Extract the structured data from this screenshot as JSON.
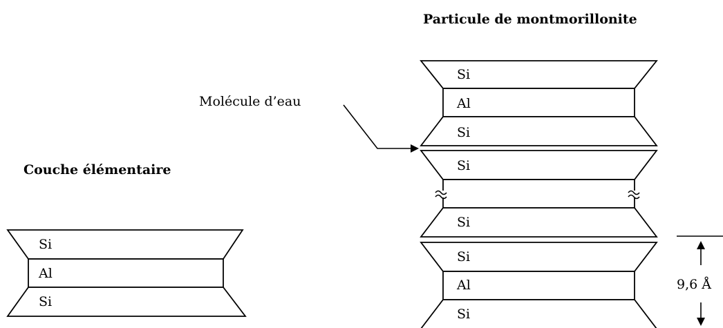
{
  "titles": {
    "particle": "Particule de montmorillonite",
    "unit_layer": "Couche élémentaire"
  },
  "annotations": {
    "water_molecule": "Molécule d’eau",
    "spacing": "9,6 Å"
  },
  "unit_layer": [
    "Si",
    "Al",
    "Si"
  ],
  "particle": {
    "layer1": [
      "Si",
      "Al",
      "Si"
    ],
    "layer2": [
      "Si",
      "",
      "Si"
    ],
    "layer3": [
      "Si",
      "Al",
      "Si"
    ]
  }
}
